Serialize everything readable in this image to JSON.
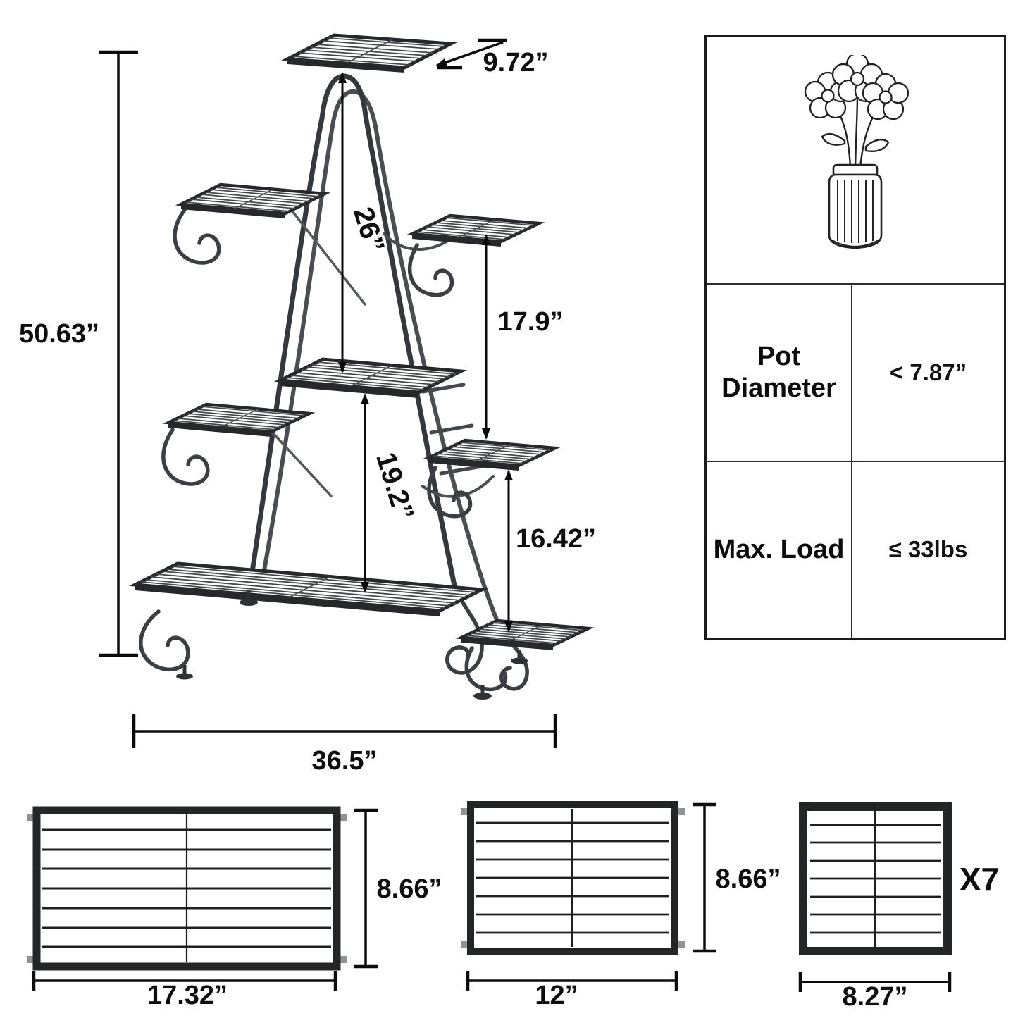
{
  "colors": {
    "background": "#ffffff",
    "ink": "#0c0c0c",
    "metal_dark": "#2c2f32",
    "metal_mid": "#3b3e42",
    "stub_gray": "#8f9296"
  },
  "stand_diagram": {
    "labels": {
      "overall_height": "50.63”",
      "top_shelf_depth": "9.72”",
      "top_to_middle_shelf": "26”",
      "upper_right_shelf_height": "17.9”",
      "middle_to_bottom_shelf": "19.2”",
      "lower_right_shelf_height": "16.42”",
      "base_width": "36.5”"
    }
  },
  "spec_table": {
    "icon": "flower-vase-icon",
    "rows": [
      {
        "label": "Pot Diameter",
        "value": "< 7.87”"
      },
      {
        "label": "Max. Load",
        "value": "≤ 33lbs"
      }
    ]
  },
  "shelf_views": [
    {
      "name": "large-shelf-top-view",
      "width_label": "17.32”",
      "height_label": "8.66”"
    },
    {
      "name": "medium-shelf-top-view",
      "width_label": "12”",
      "height_label": "8.66”"
    },
    {
      "name": "small-shelf-top-view",
      "width_label": "8.27”",
      "quantity_label": "X7"
    }
  ]
}
